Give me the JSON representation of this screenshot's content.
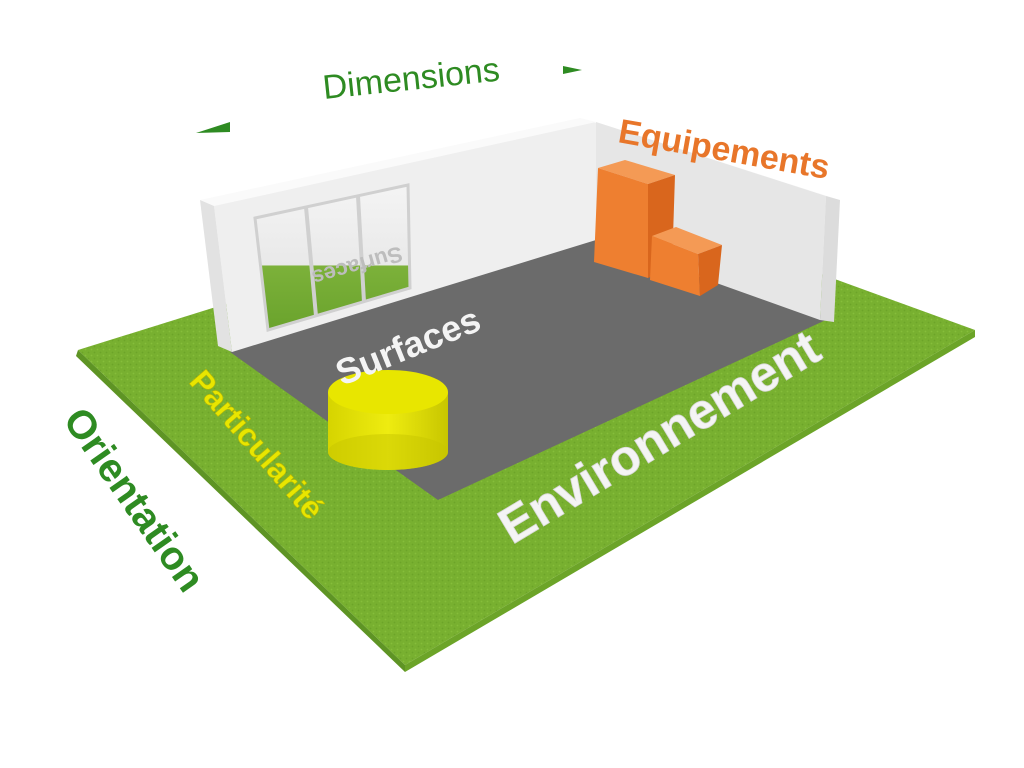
{
  "labels": {
    "dimensions": "Dimensions",
    "equipements": "Equipements",
    "surfaces": "Surfaces",
    "particularite": "Particularité",
    "orientation": "Orientation",
    "environnement": "Environnement",
    "window_reflection": "Surfaces"
  },
  "colors": {
    "grass": "#78b030",
    "grass_dark": "#5e9424",
    "floor": "#6b6b6b",
    "wall": "#efefef",
    "wall_shadow": "#dcdcdc",
    "orange": "#ee7f30",
    "orange_dark": "#d9661d",
    "yellow": "#e8e600",
    "yellow_dark": "#c9c700",
    "green_text": "#2e8b22",
    "white_text": "#f4f4f4"
  }
}
